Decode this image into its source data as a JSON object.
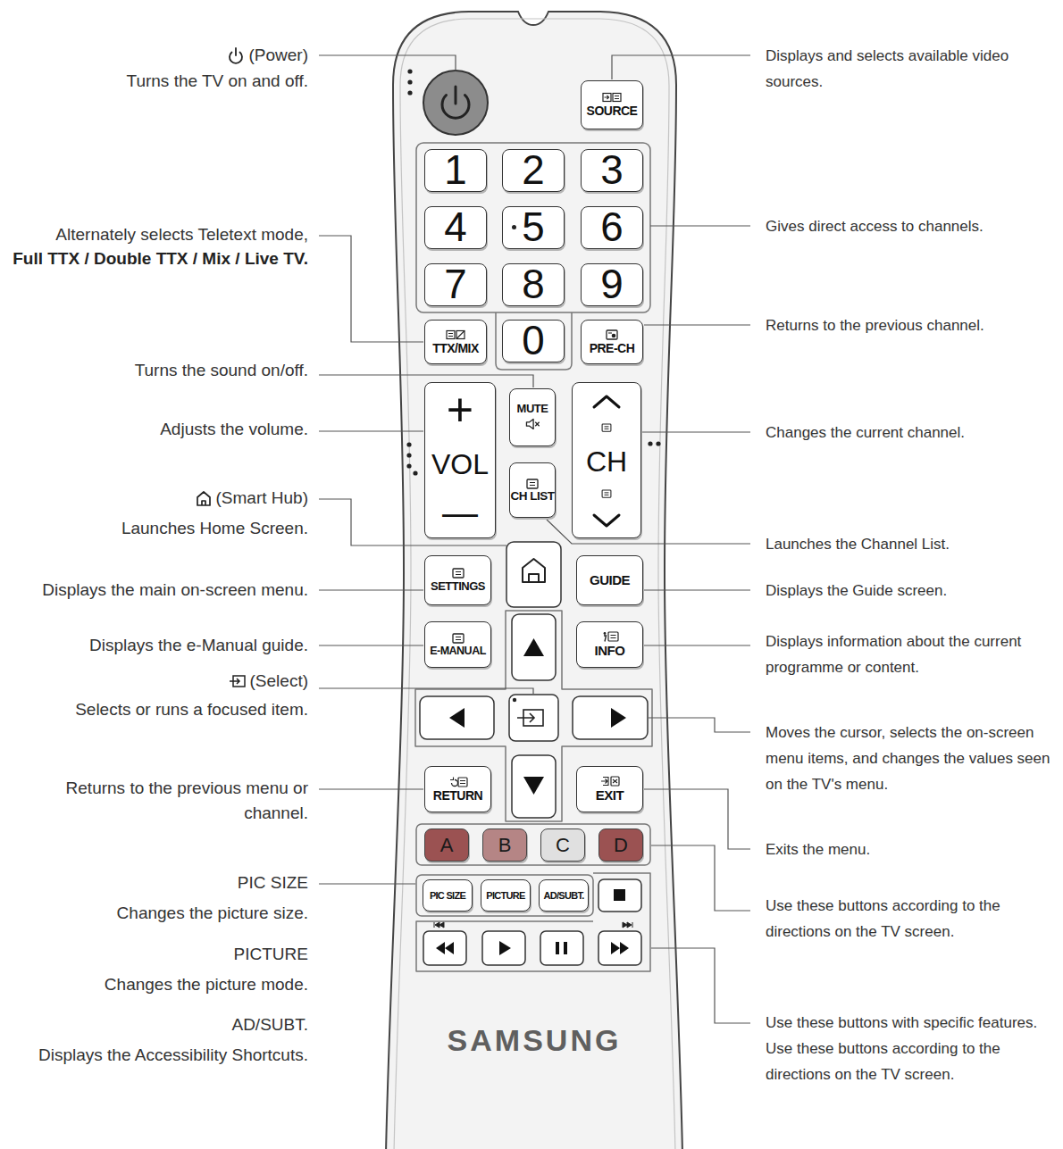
{
  "diagram": {
    "nodes": [
      {
        "text": [
          "SAMSUNG"
        ]
      },
      {
        "text": [
          "SOURCE"
        ],
        "in": 0
      },
      {
        "text": [
          "1"
        ],
        "in": 0
      },
      {
        "text": [
          "2"
        ],
        "in": 0
      },
      {
        "text": [
          "3"
        ],
        "in": 0
      },
      {
        "text": [
          "4"
        ],
        "in": 0
      },
      {
        "text": [
          "5"
        ],
        "in": 0
      },
      {
        "text": [
          "6"
        ],
        "in": 0
      },
      {
        "text": [
          "7"
        ],
        "in": 0
      },
      {
        "text": [
          "8"
        ],
        "in": 0
      },
      {
        "text": [
          "9"
        ],
        "in": 0
      },
      {
        "text": [
          "TTX/MIX"
        ],
        "in": 0
      },
      {
        "text": [
          "0"
        ],
        "in": 0
      },
      {
        "text": [
          "PRE-CH"
        ],
        "in": 0
      },
      {
        "text": [
          "MUTE"
        ],
        "in": 0
      },
      {
        "text": [
          "+",
          "VOL",
          "—"
        ],
        "in": 0
      },
      {
        "text": [
          "CH"
        ],
        "in": 0
      },
      {
        "text": [
          "CH LIST"
        ],
        "in": 0
      },
      {
        "text": [
          "SETTINGS"
        ],
        "in": 0
      },
      {
        "text": [
          "GUIDE"
        ],
        "in": 0
      },
      {
        "text": [
          "E-MANUAL"
        ],
        "in": 0
      },
      {
        "text": [
          "INFO"
        ],
        "in": 0
      },
      {
        "text": [
          "RETURN"
        ],
        "in": 0
      },
      {
        "text": [
          "EXIT"
        ],
        "in": 0
      },
      {
        "text": [
          "A"
        ],
        "in": 0
      },
      {
        "text": [
          "B"
        ],
        "in": 0
      },
      {
        "text": [
          "C"
        ],
        "in": 0
      },
      {
        "text": [
          "D"
        ],
        "in": 0
      },
      {
        "text": [
          "PIC SIZE"
        ],
        "in": 0
      },
      {
        "text": [
          "PICTURE"
        ],
        "in": 0
      },
      {
        "text": [
          "AD/SUBT."
        ],
        "in": 0
      }
    ],
    "labels": [
      "(Power)",
      "Turns the TV on and off.",
      "Displays and selects available video sources.",
      "Alternately selects Teletext mode,",
      "Full TTX / Double TTX / Mix / Live TV.",
      "Gives direct access to channels.",
      "Returns to the previous channel.",
      "Turns the sound on/off.",
      "Adjusts the volume.",
      "Changes the current channel.",
      "(Smart Hub)",
      "Launches Home Screen.",
      "Launches the Channel List.",
      "Displays the main on-screen menu.",
      "Displays the Guide screen.",
      "Displays the e-Manual guide.",
      "Displays information about the current programme or content.",
      "(Select)",
      "Selects or runs a focused item.",
      "Moves the cursor, selects the on-screen menu items, and changes the values seen on the TV's menu.",
      "Returns to the previous menu or channel.",
      "Exits the menu.",
      "PIC SIZE",
      "Changes the picture size.",
      "Use these buttons according to the directions on the TV screen.",
      "PICTURE",
      "Changes the picture mode.",
      "AD/SUBT.",
      "Displays the Accessibility Shortcuts.",
      "Use these buttons with specific features. Use these buttons according to the directions on the TV screen."
    ]
  }
}
